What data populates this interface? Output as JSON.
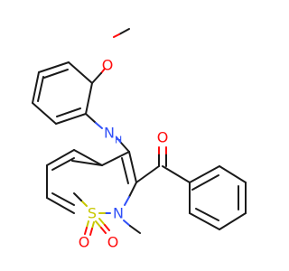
{
  "molecule": {
    "atoms": {
      "methoxy_o": "O",
      "amine_n": "N",
      "amine_h": "H",
      "ketone_o": "O",
      "sulfur": "S",
      "ring_n": "N",
      "sulfonyl_o1": "O",
      "sulfonyl_o2": "O"
    },
    "colors": {
      "carbon": "#1a1a1a",
      "oxygen": "#ff0d0d",
      "nitrogen": "#3050f8",
      "sulfur": "#c8c800"
    }
  }
}
